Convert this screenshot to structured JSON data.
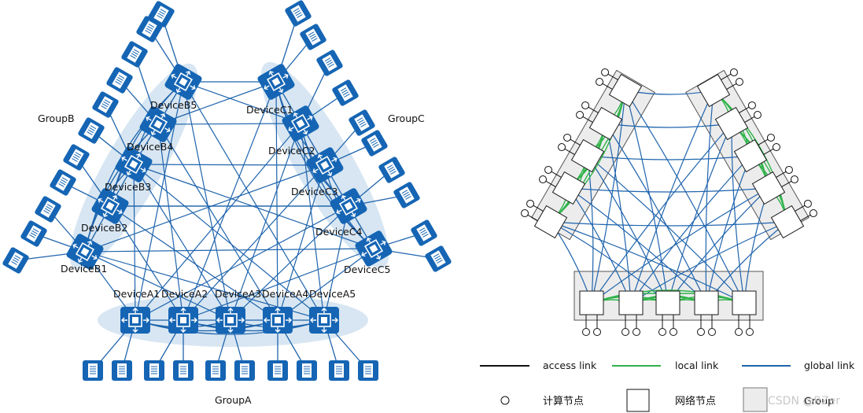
{
  "left_topology": {
    "groups": {
      "a": {
        "label": "GroupA"
      },
      "b": {
        "label": "GroupB"
      },
      "c": {
        "label": "GroupC"
      }
    },
    "devices_a": [
      "DeviceA1",
      "DeviceA2",
      "DeviceA3",
      "DeviceA4",
      "DeviceA5"
    ],
    "devices_b": [
      "DeviceB1",
      "DeviceB2",
      "DeviceB3",
      "DeviceB4",
      "DeviceB5"
    ],
    "devices_c": [
      "DeviceC1",
      "DeviceC2",
      "DeviceC3",
      "DeviceC4",
      "DeviceC5"
    ],
    "icons": {
      "switch": "switch-icon",
      "server": "server-icon"
    }
  },
  "legend": {
    "access_link": "access link",
    "local_link": "local link",
    "global_link": "global link",
    "compute_node": "计算节点",
    "network_node": "网络节点",
    "group": "Group"
  },
  "colors": {
    "device_blue": "#1565b4",
    "link_blue": "#1f64ad",
    "group_fill": "#c9deee",
    "local_green": "#2fb34a",
    "group_box": "#ececec"
  },
  "watermark": "CSDN @RZer"
}
